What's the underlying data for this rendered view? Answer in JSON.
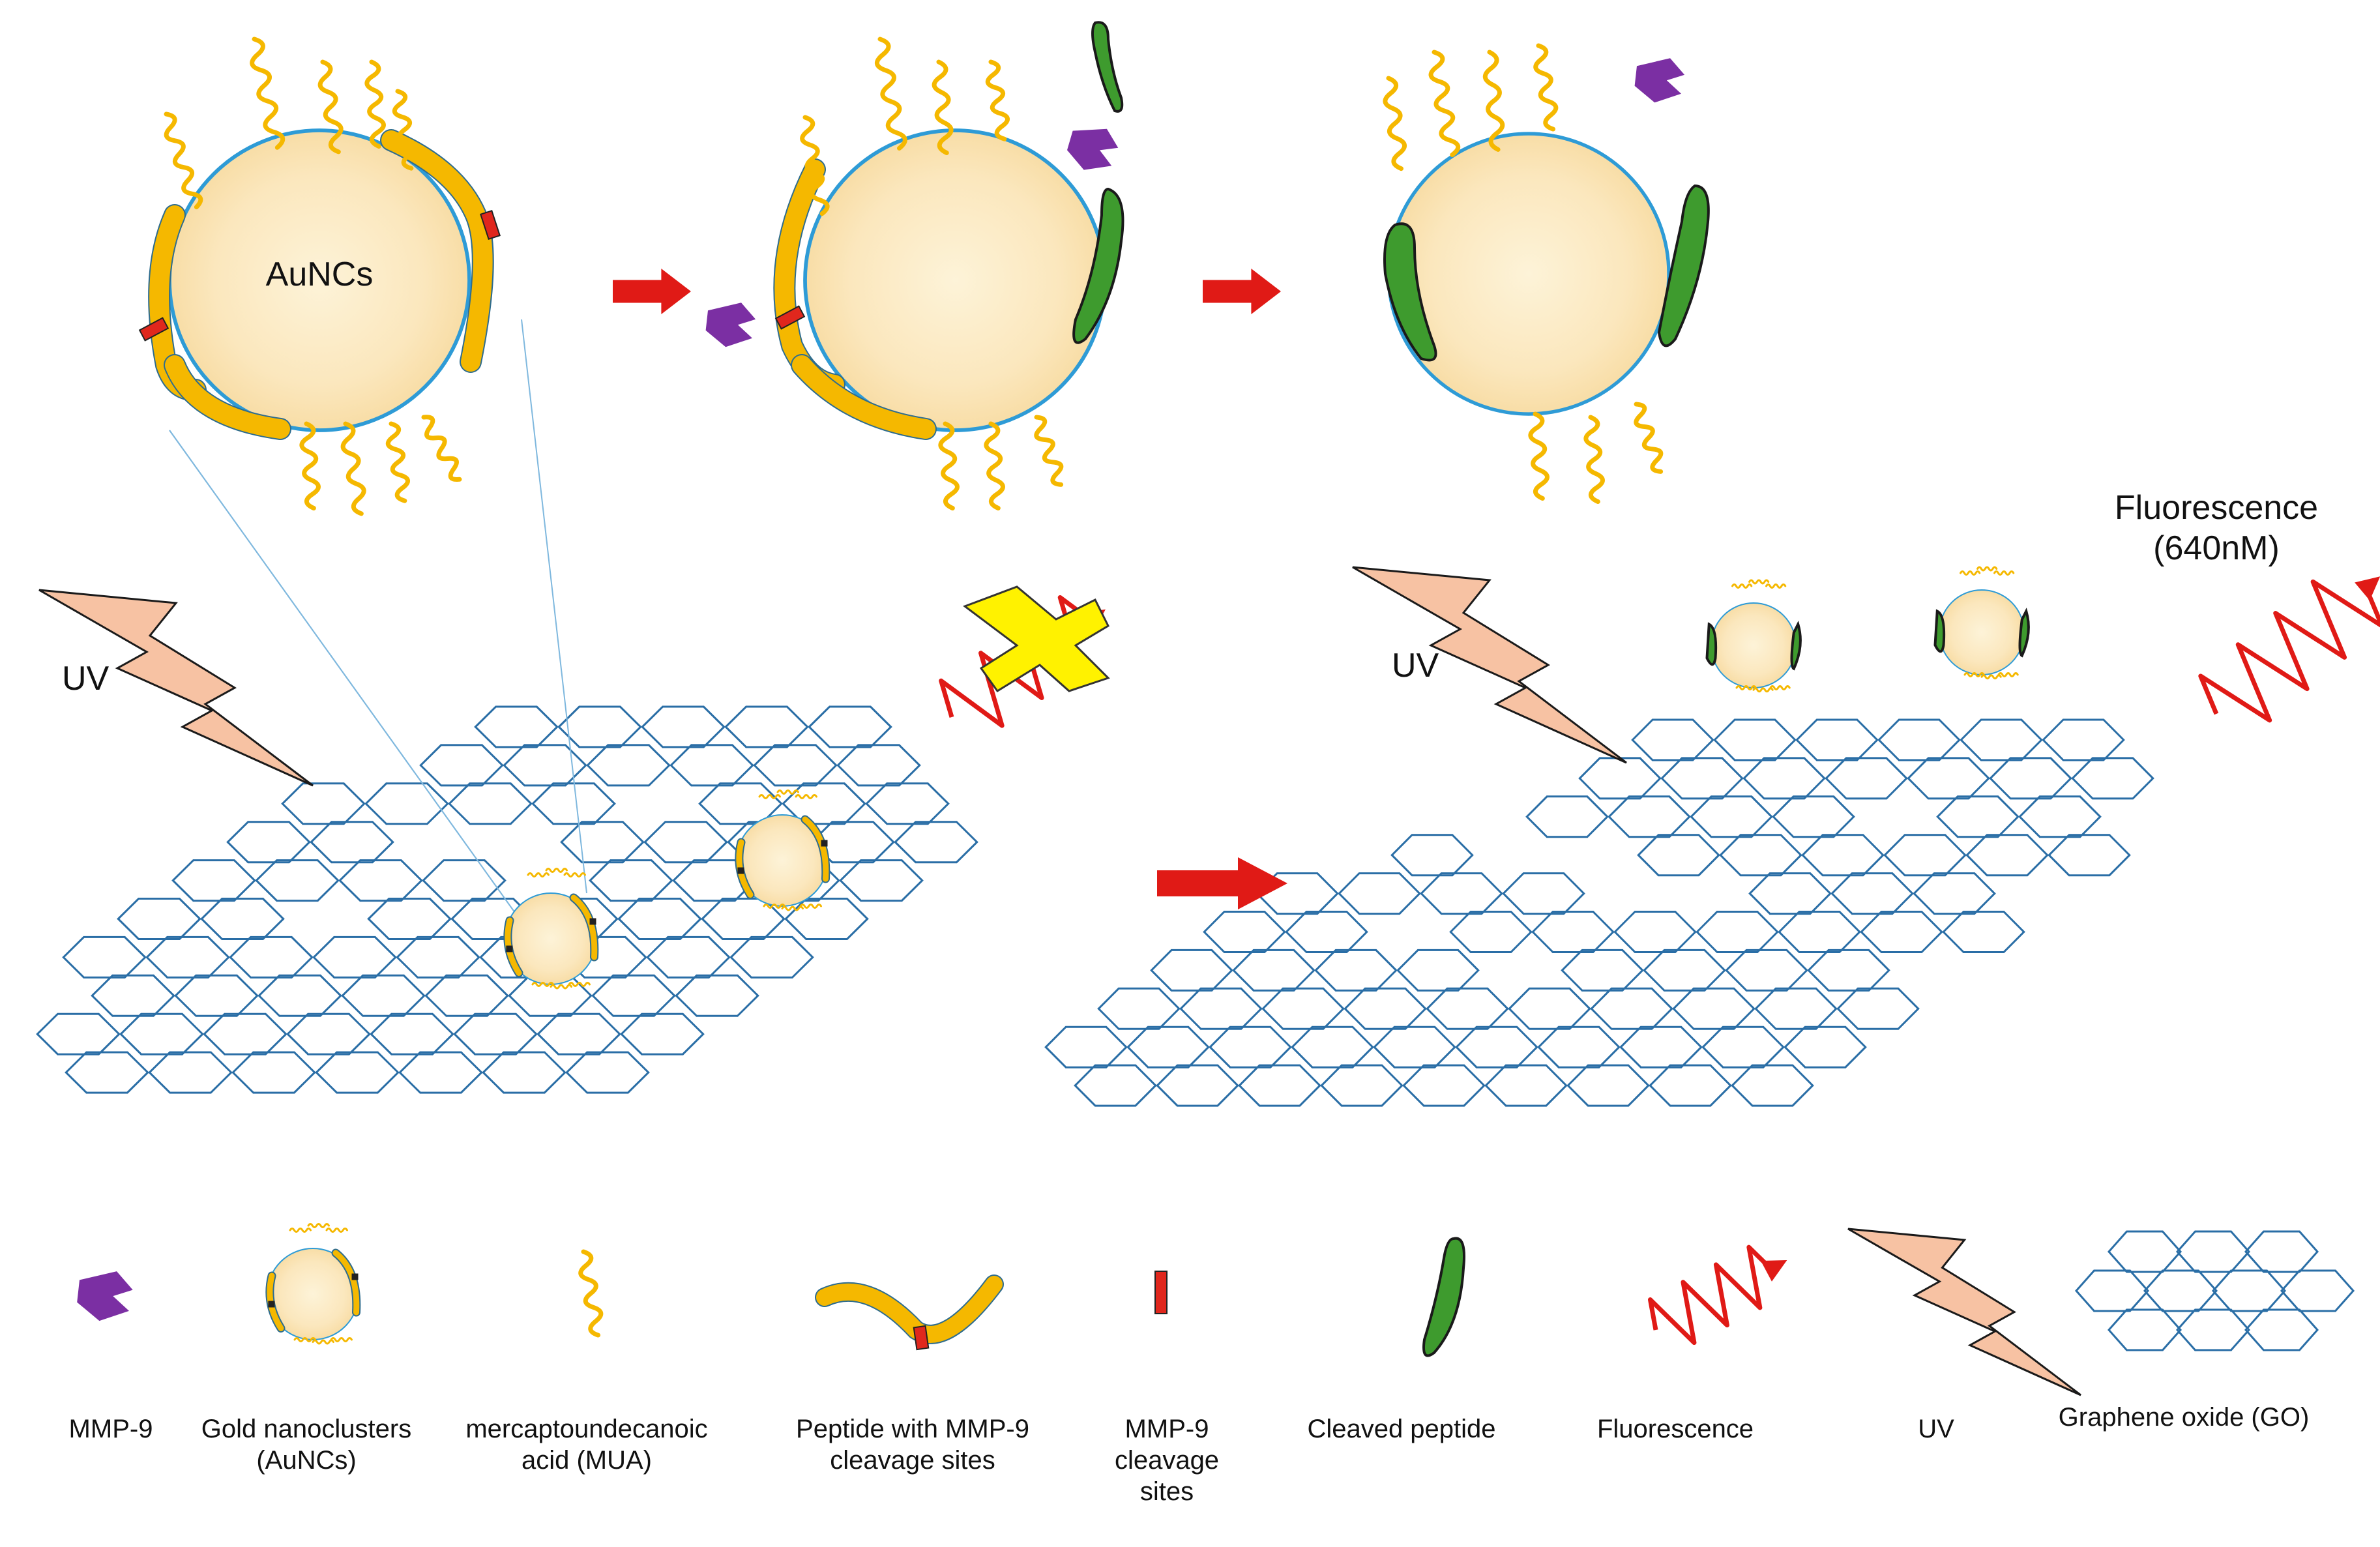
{
  "diagram": {
    "center_label": "AuNCs",
    "uv_left": "UV",
    "uv_right": "UV",
    "fluorescence_title": "Fluorescence\n(640nM)"
  },
  "legend": [
    {
      "icon": "mmp9-icon",
      "label": "MMP-9"
    },
    {
      "icon": "aunc-icon",
      "label": "Gold nanoclusters\n(AuNCs)"
    },
    {
      "icon": "mua-icon",
      "label": "mercaptoundecanoic\nacid (MUA)"
    },
    {
      "icon": "peptide-icon",
      "label": "Peptide with MMP-9\ncleavage sites"
    },
    {
      "icon": "cleavage-site-icon",
      "label": "MMP-9\ncleavage\nsites"
    },
    {
      "icon": "cleaved-peptide-icon",
      "label": "Cleaved peptide"
    },
    {
      "icon": "fluorescence-icon",
      "label": "Fluorescence"
    },
    {
      "icon": "uv-icon",
      "label": "UV"
    },
    {
      "icon": "graphene-oxide-icon",
      "label": "Graphene oxide (GO)"
    }
  ],
  "colors": {
    "gold": "#F5B800",
    "particle_fill": "#FBE7BD",
    "particle_edge": "#2E9BD6",
    "hex_edge": "#2A6EA6",
    "mmp9": "#7B2FA3",
    "peptide_green": "#3E9B2E",
    "cleavage_red": "#E0271D",
    "arrow_red": "#E01A16",
    "uv_fill": "#F7C2A3",
    "cross_yellow": "#FFF200"
  }
}
